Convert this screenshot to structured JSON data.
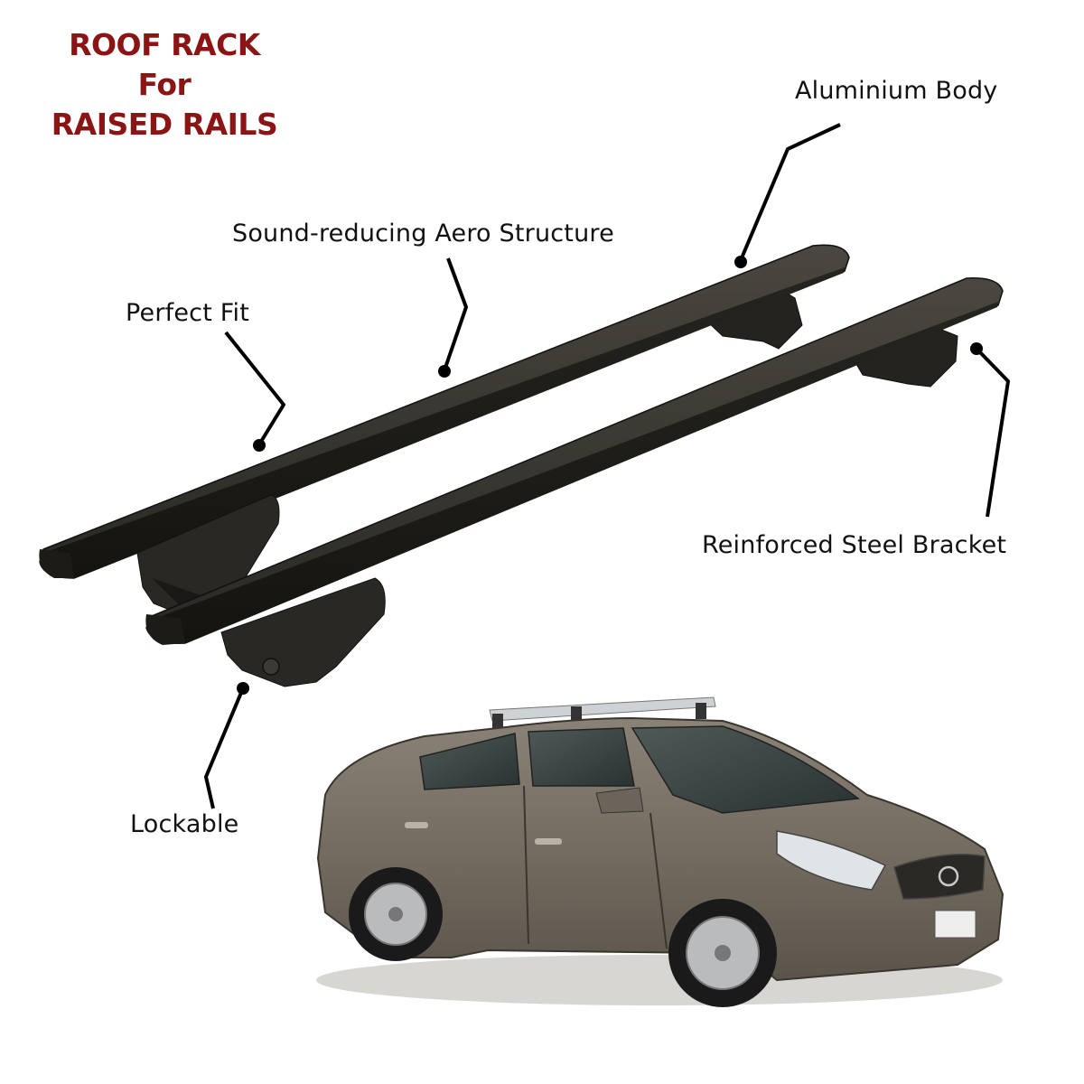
{
  "title": {
    "line1": "ROOF RACK",
    "line2": "For",
    "line3": "RAISED RAILS",
    "color": "#8b1414"
  },
  "callouts": {
    "aluminium_body": "Aluminium Body",
    "aero_structure": "Sound-reducing Aero Structure",
    "perfect_fit": "Perfect Fit",
    "steel_bracket": "Reinforced Steel Bracket",
    "lockable": "Lockable"
  },
  "colors": {
    "bar": "#2e2c28",
    "car_body": "#7a7368",
    "leader_line": "#000000"
  }
}
